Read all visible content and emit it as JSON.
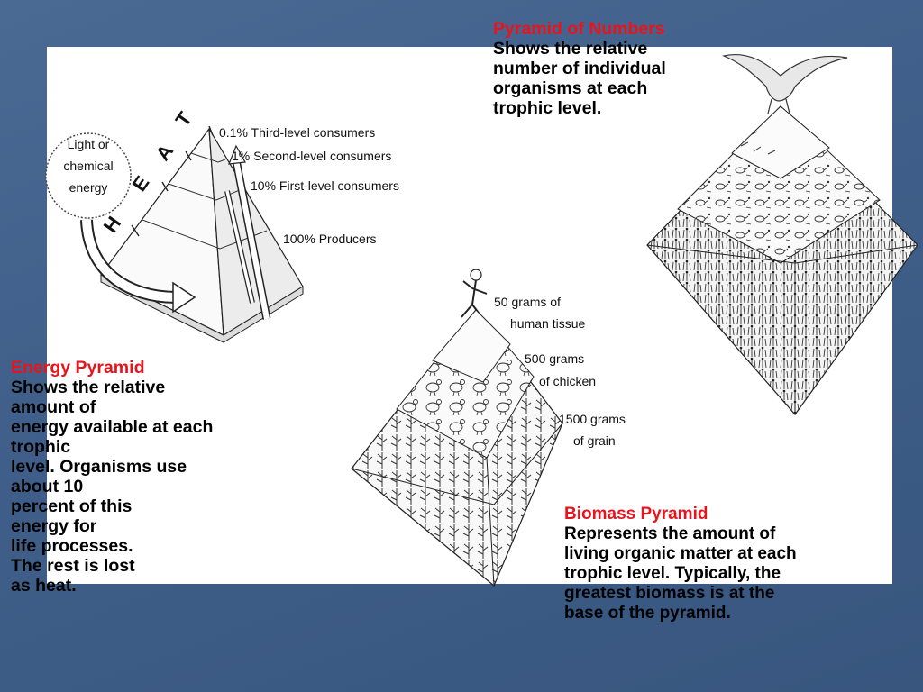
{
  "energy_pyramid": {
    "source_label": [
      "Light or",
      "chemical",
      "energy"
    ],
    "heat_letters": [
      "H",
      "E",
      "A",
      "T"
    ],
    "levels": [
      "0.1% Third-level consumers",
      "1% Second-level consumers",
      "10% First-level consumers",
      "100% Producers"
    ],
    "caption": {
      "title": "Energy Pyramid",
      "lines": [
        "Shows the relative",
        "amount of",
        "energy available at each",
        "trophic",
        "level.  Organisms use",
        "about 10",
        "percent of this",
        "energy for",
        "life processes.",
        "The rest is lost",
        "as heat."
      ]
    }
  },
  "numbers_pyramid": {
    "caption": {
      "title": "Pyramid of Numbers",
      "lines": [
        "Shows the relative",
        "number of individual",
        "organisms at each",
        "trophic level."
      ]
    }
  },
  "biomass_pyramid": {
    "labels": [
      [
        "50 grams of",
        "human tissue"
      ],
      [
        "500 grams",
        "of chicken"
      ],
      [
        "1500 grams",
        "of grain"
      ]
    ],
    "caption": {
      "title": "Biomass Pyramid",
      "lines": [
        "Represents the amount of",
        "living organic matter at each",
        "trophic level.  Typically, the",
        "greatest biomass is at the",
        "base of the pyramid."
      ]
    }
  }
}
